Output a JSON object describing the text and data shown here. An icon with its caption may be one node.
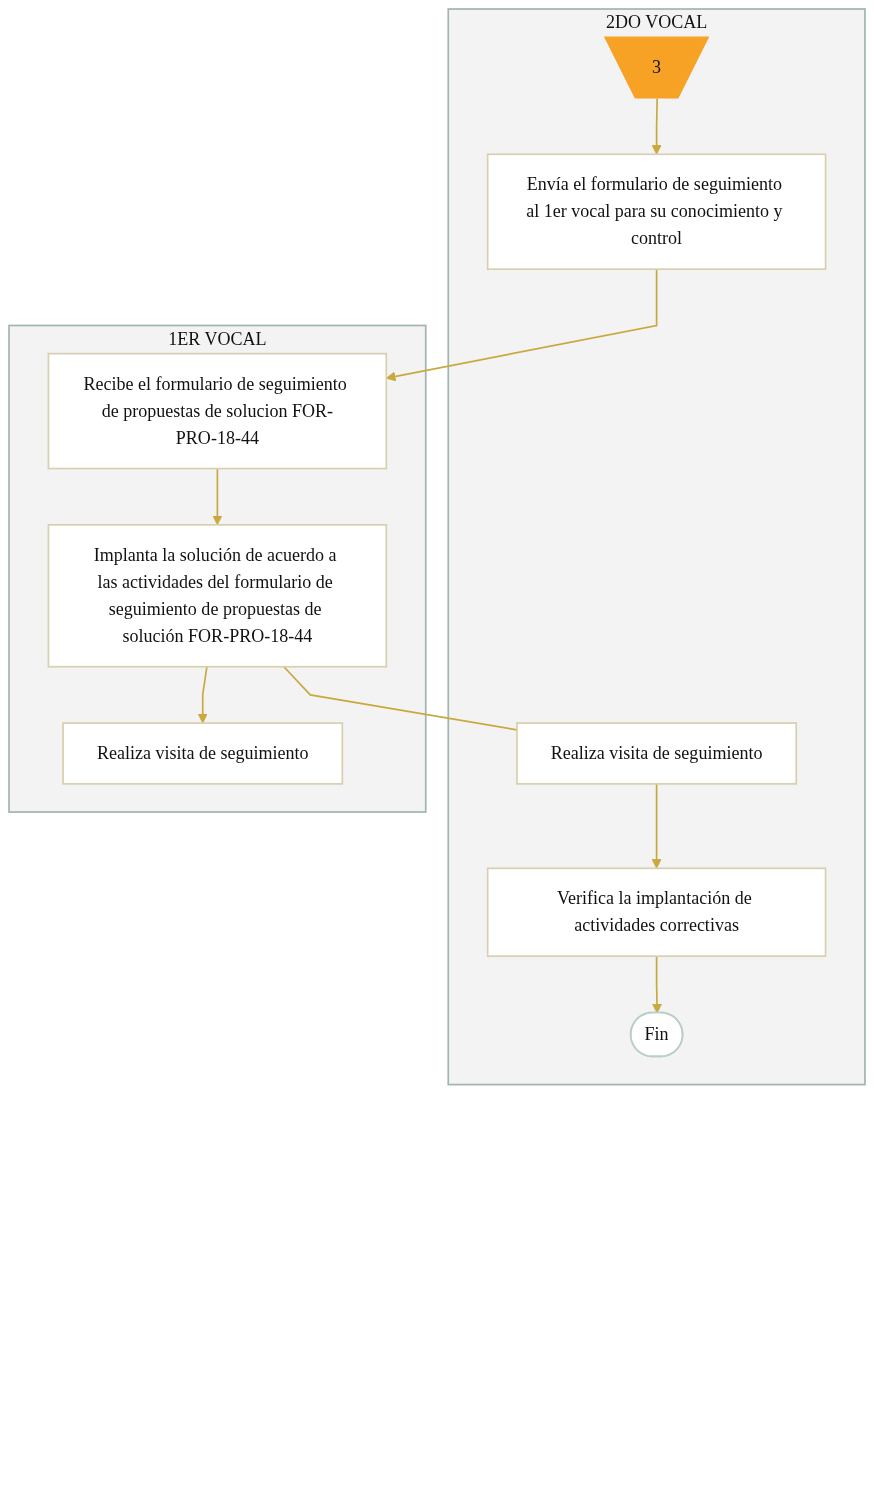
{
  "diagram": {
    "nodes": [
      {
        "text": [
          "2DO VOCAL"
        ]
      },
      {
        "text": [
          "1ER VOCAL"
        ]
      },
      {
        "text": [
          "3"
        ],
        "in": 0
      },
      {
        "text": [
          "Envía el formulario de seguimiento al 1er vocal para su conocimiento y control"
        ],
        "in": 0
      },
      {
        "text": [
          "Recibe el formulario de seguimiento de propuestas de solucion FOR-PRO-18-44"
        ],
        "in": 1
      },
      {
        "text": [
          "Implanta la solución de acuerdo a las actividades del formulario de seguimiento de propuestas de solución FOR-PRO-18-44"
        ],
        "in": 1
      },
      {
        "text": [
          "Realiza visita de seguimiento"
        ],
        "in": 1
      },
      {
        "text": [
          "Realiza visita de seguimiento"
        ],
        "in": 0
      },
      {
        "text": [
          "Verifica la implantación de actividades correctivas"
        ],
        "in": 0
      },
      {
        "text": [
          "Fin"
        ],
        "in": 0
      }
    ],
    "edges": [
      {
        "from": 2,
        "to": 3,
        "arrow": "to"
      },
      {
        "from": 3,
        "to": 4,
        "arrow": "to"
      },
      {
        "from": 4,
        "to": 5,
        "arrow": "to"
      },
      {
        "from": 5,
        "to": 6,
        "arrow": "to"
      },
      {
        "from": 5,
        "to": 7,
        "arrow": "none"
      },
      {
        "from": 7,
        "to": 8,
        "arrow": "to"
      },
      {
        "from": 8,
        "to": 9,
        "arrow": "to"
      }
    ]
  }
}
